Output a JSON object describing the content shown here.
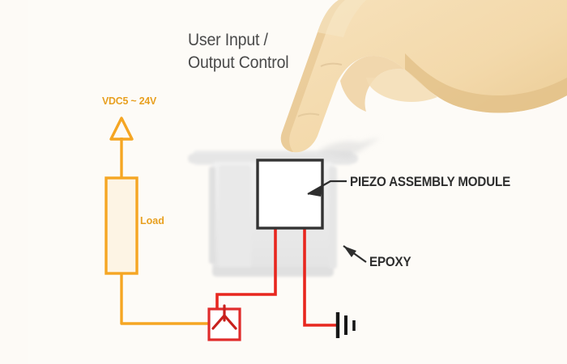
{
  "diagram": {
    "title_lines": [
      "User Input /",
      "Output Control"
    ],
    "title_text": "User Input /\nOutput Control",
    "background_color": "#fdfbf7"
  },
  "callouts": {
    "piezo": {
      "label": "PIEZO ASSEMBLY MODULE",
      "color": "#2e2e2e"
    },
    "epoxy": {
      "label": "EPOXY",
      "color": "#2e2e2e"
    }
  },
  "circuit": {
    "supply": {
      "label": "VDC5 ~ 24V",
      "symbol": "supply-arrow-icon",
      "color": "#f0a020"
    },
    "load": {
      "label": "Load",
      "symbol": "resistor-icon",
      "color": "#f5a623",
      "fill": "#fdf3e2"
    },
    "output_switch": {
      "symbol": "output-switch-icon",
      "color": "#e02b2b"
    },
    "ground": {
      "symbol": "ground-icon",
      "color": "#1a1a1a"
    },
    "wires": {
      "supply_color": "#f5a623",
      "signal_color": "#e8271f"
    },
    "module": {
      "name": "piezo-module-body",
      "outline_color": "#333333",
      "fill_color": "#ffffff"
    }
  },
  "photo": {
    "hand": {
      "name": "pointing-hand-illustration",
      "skin_color": "#f5dcb0",
      "shadow_color": "#dcbf8e"
    },
    "device": {
      "name": "piezo-switch-device-photo",
      "body_color": "#ededed",
      "flange_color": "#e4e4e4"
    }
  }
}
